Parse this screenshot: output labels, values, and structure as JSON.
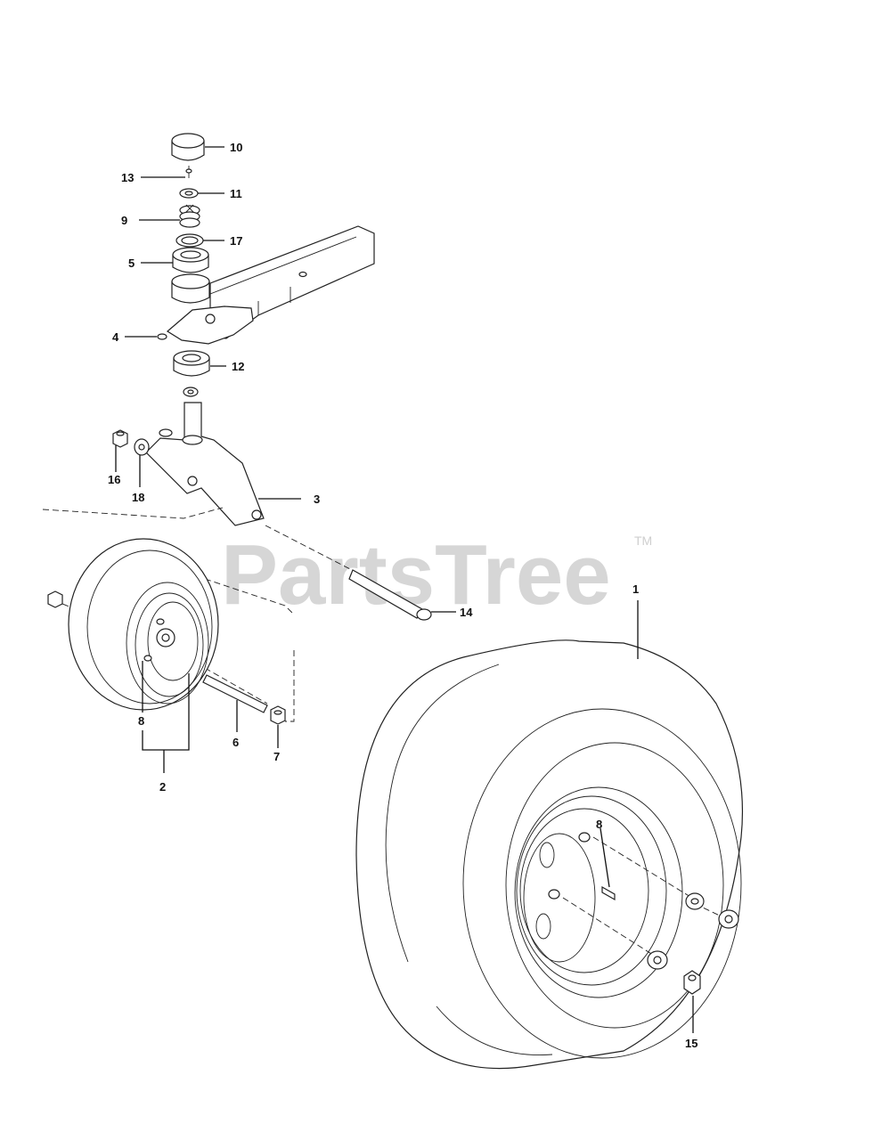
{
  "watermark": {
    "brand": "PartsTree",
    "trademark": "TM"
  },
  "callouts": [
    {
      "id": "c10",
      "label": "10"
    },
    {
      "id": "c13",
      "label": "13"
    },
    {
      "id": "c11",
      "label": "11"
    },
    {
      "id": "c9",
      "label": "9"
    },
    {
      "id": "c17",
      "label": "17"
    },
    {
      "id": "c5",
      "label": "5"
    },
    {
      "id": "c4",
      "label": "4"
    },
    {
      "id": "c12",
      "label": "12"
    },
    {
      "id": "c16",
      "label": "16"
    },
    {
      "id": "c18",
      "label": "18"
    },
    {
      "id": "c3",
      "label": "3"
    },
    {
      "id": "c14",
      "label": "14"
    },
    {
      "id": "c1",
      "label": "1"
    },
    {
      "id": "c8a",
      "label": "8"
    },
    {
      "id": "c6",
      "label": "6"
    },
    {
      "id": "c7",
      "label": "7"
    },
    {
      "id": "c2",
      "label": "2"
    },
    {
      "id": "c8b",
      "label": "8"
    },
    {
      "id": "c15",
      "label": "15"
    }
  ]
}
